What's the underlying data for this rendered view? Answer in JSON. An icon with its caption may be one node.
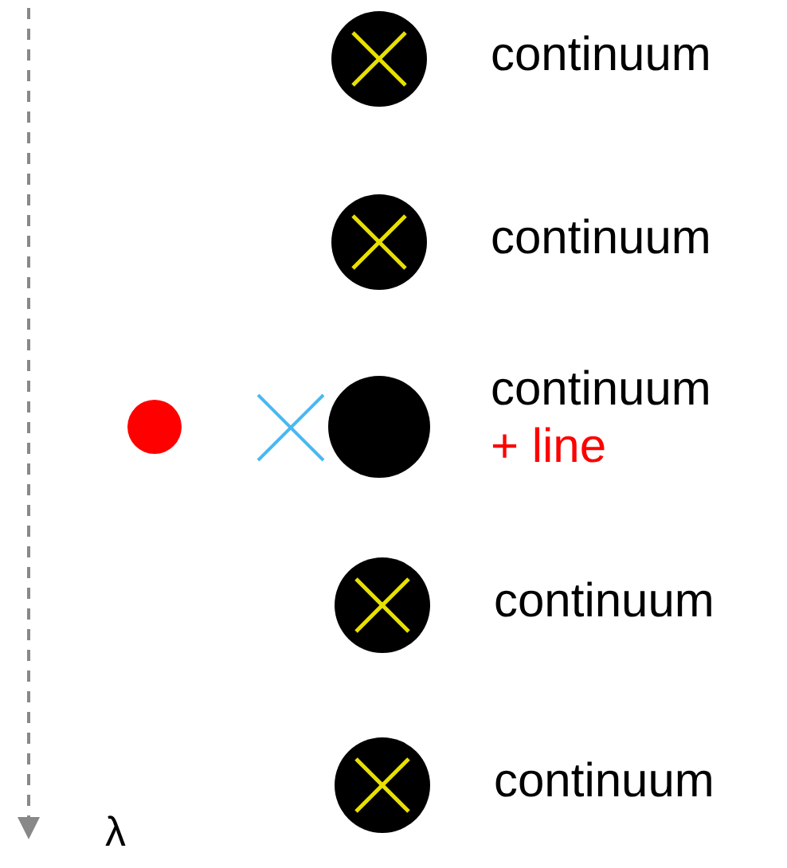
{
  "diagram": {
    "nodes": [
      {
        "text": [],
        "shape": "circle",
        "beside": [
          "continuum"
        ]
      },
      {
        "text": [],
        "shape": "circle",
        "beside": [
          "continuum"
        ]
      },
      {
        "text": [],
        "shape": "circle",
        "beside": [
          "continuum",
          "+ line"
        ]
      },
      {
        "text": [],
        "shape": "circle",
        "beside": [
          "continuum"
        ]
      },
      {
        "text": [],
        "shape": "circle",
        "beside": [
          "continuum"
        ]
      }
    ],
    "labels": [
      "λ"
    ]
  }
}
